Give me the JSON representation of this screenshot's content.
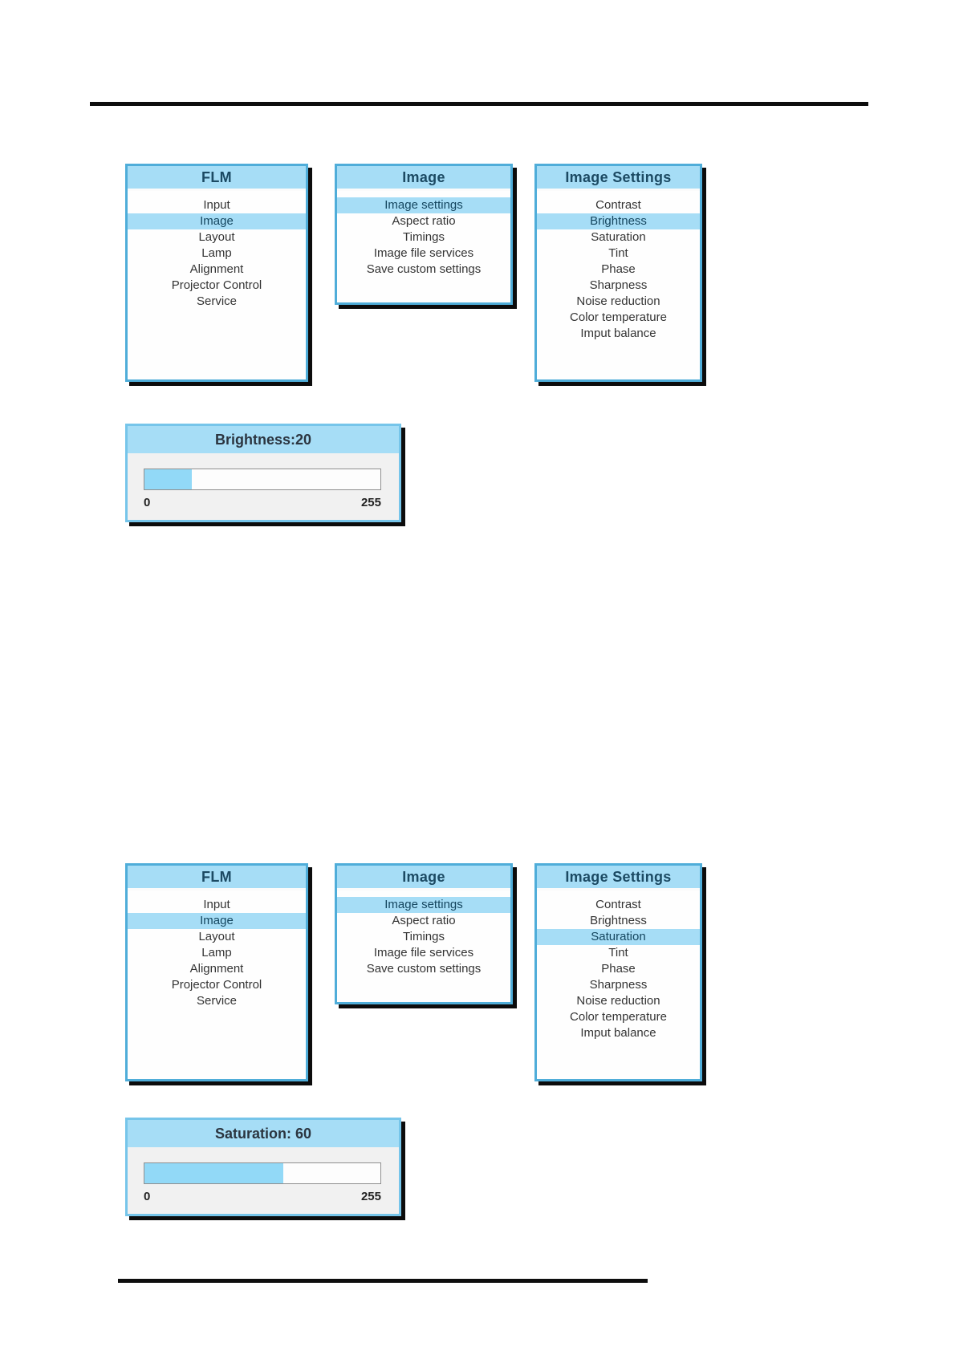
{
  "colors": {
    "accent_light_blue": "#a6ddf6",
    "menu_border_blue": "#4fadd9",
    "slider_border_blue": "#76c5ea",
    "slider_fill_blue": "#92d9f7",
    "shadow_black": "#0c0c0c",
    "title_text": "#1c4a63"
  },
  "groups": [
    {
      "menus": [
        {
          "title": "FLM",
          "items": [
            {
              "label": "Input",
              "highlighted": false
            },
            {
              "label": "Image",
              "highlighted": true
            },
            {
              "label": "Layout",
              "highlighted": false
            },
            {
              "label": "Lamp",
              "highlighted": false
            },
            {
              "label": "Alignment",
              "highlighted": false
            },
            {
              "label": "Projector Control",
              "highlighted": false
            },
            {
              "label": "Service",
              "highlighted": false
            }
          ]
        },
        {
          "title": "Image",
          "items": [
            {
              "label": "Image settings",
              "highlighted": true
            },
            {
              "label": "Aspect ratio",
              "highlighted": false
            },
            {
              "label": "Timings",
              "highlighted": false
            },
            {
              "label": "Image file services",
              "highlighted": false
            },
            {
              "label": "Save custom settings",
              "highlighted": false
            }
          ]
        },
        {
          "title": "Image Settings",
          "items": [
            {
              "label": "Contrast",
              "highlighted": false
            },
            {
              "label": "Brightness",
              "highlighted": true
            },
            {
              "label": "Saturation",
              "highlighted": false
            },
            {
              "label": "Tint",
              "highlighted": false
            },
            {
              "label": "Phase",
              "highlighted": false
            },
            {
              "label": "Sharpness",
              "highlighted": false
            },
            {
              "label": "Noise reduction",
              "highlighted": false
            },
            {
              "label": "Color temperature",
              "highlighted": false
            },
            {
              "label": "Imput balance",
              "highlighted": false
            }
          ]
        }
      ],
      "slider": {
        "title": "Brightness:20",
        "value": 20,
        "fill_percent": 20,
        "min_label": "0",
        "max_label": "255"
      }
    },
    {
      "menus": [
        {
          "title": "FLM",
          "items": [
            {
              "label": "Input",
              "highlighted": false
            },
            {
              "label": "Image",
              "highlighted": true
            },
            {
              "label": "Layout",
              "highlighted": false
            },
            {
              "label": "Lamp",
              "highlighted": false
            },
            {
              "label": "Alignment",
              "highlighted": false
            },
            {
              "label": "Projector Control",
              "highlighted": false
            },
            {
              "label": "Service",
              "highlighted": false
            }
          ]
        },
        {
          "title": "Image",
          "items": [
            {
              "label": "Image settings",
              "highlighted": true
            },
            {
              "label": "Aspect ratio",
              "highlighted": false
            },
            {
              "label": "Timings",
              "highlighted": false
            },
            {
              "label": "Image file services",
              "highlighted": false
            },
            {
              "label": "Save custom settings",
              "highlighted": false
            }
          ]
        },
        {
          "title": "Image Settings",
          "items": [
            {
              "label": "Contrast",
              "highlighted": false
            },
            {
              "label": "Brightness",
              "highlighted": false
            },
            {
              "label": "Saturation",
              "highlighted": true
            },
            {
              "label": "Tint",
              "highlighted": false
            },
            {
              "label": "Phase",
              "highlighted": false
            },
            {
              "label": "Sharpness",
              "highlighted": false
            },
            {
              "label": "Noise reduction",
              "highlighted": false
            },
            {
              "label": "Color temperature",
              "highlighted": false
            },
            {
              "label": "Imput balance",
              "highlighted": false
            }
          ]
        }
      ],
      "slider": {
        "title": "Saturation: 60",
        "value": 60,
        "fill_percent": 59,
        "min_label": "0",
        "max_label": "255"
      }
    }
  ]
}
